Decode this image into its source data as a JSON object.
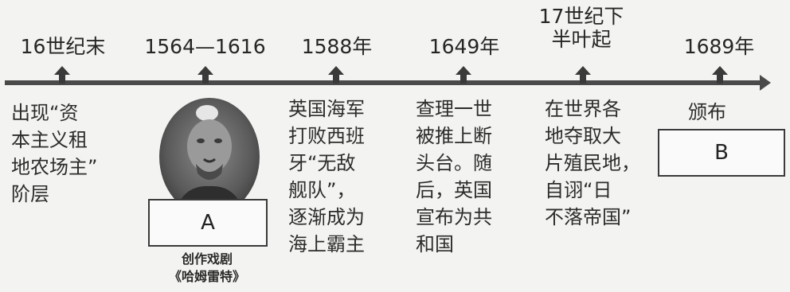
{
  "timeline": {
    "dates": [
      "16世纪末",
      "1564—1616",
      "1588年",
      "1649年",
      "17世纪下\n半叶起",
      "1689年"
    ],
    "events": [
      "出现“资\n本主义租\n地农场主”\n阶层",
      "英国海军\n打败西班\n牙“无敌\n舰队”，\n逐渐成为\n海上霸主",
      "查理一世\n被推上断\n头台。随\n后，英国\n宣布为共\n和国",
      "在世界各\n地夺取大\n片殖民地，\n自诩“日\n不落帝国”",
      "颁布"
    ],
    "box_a": "A",
    "box_b": "B",
    "caption": "创作戏剧\n《哈姆雷特》"
  }
}
